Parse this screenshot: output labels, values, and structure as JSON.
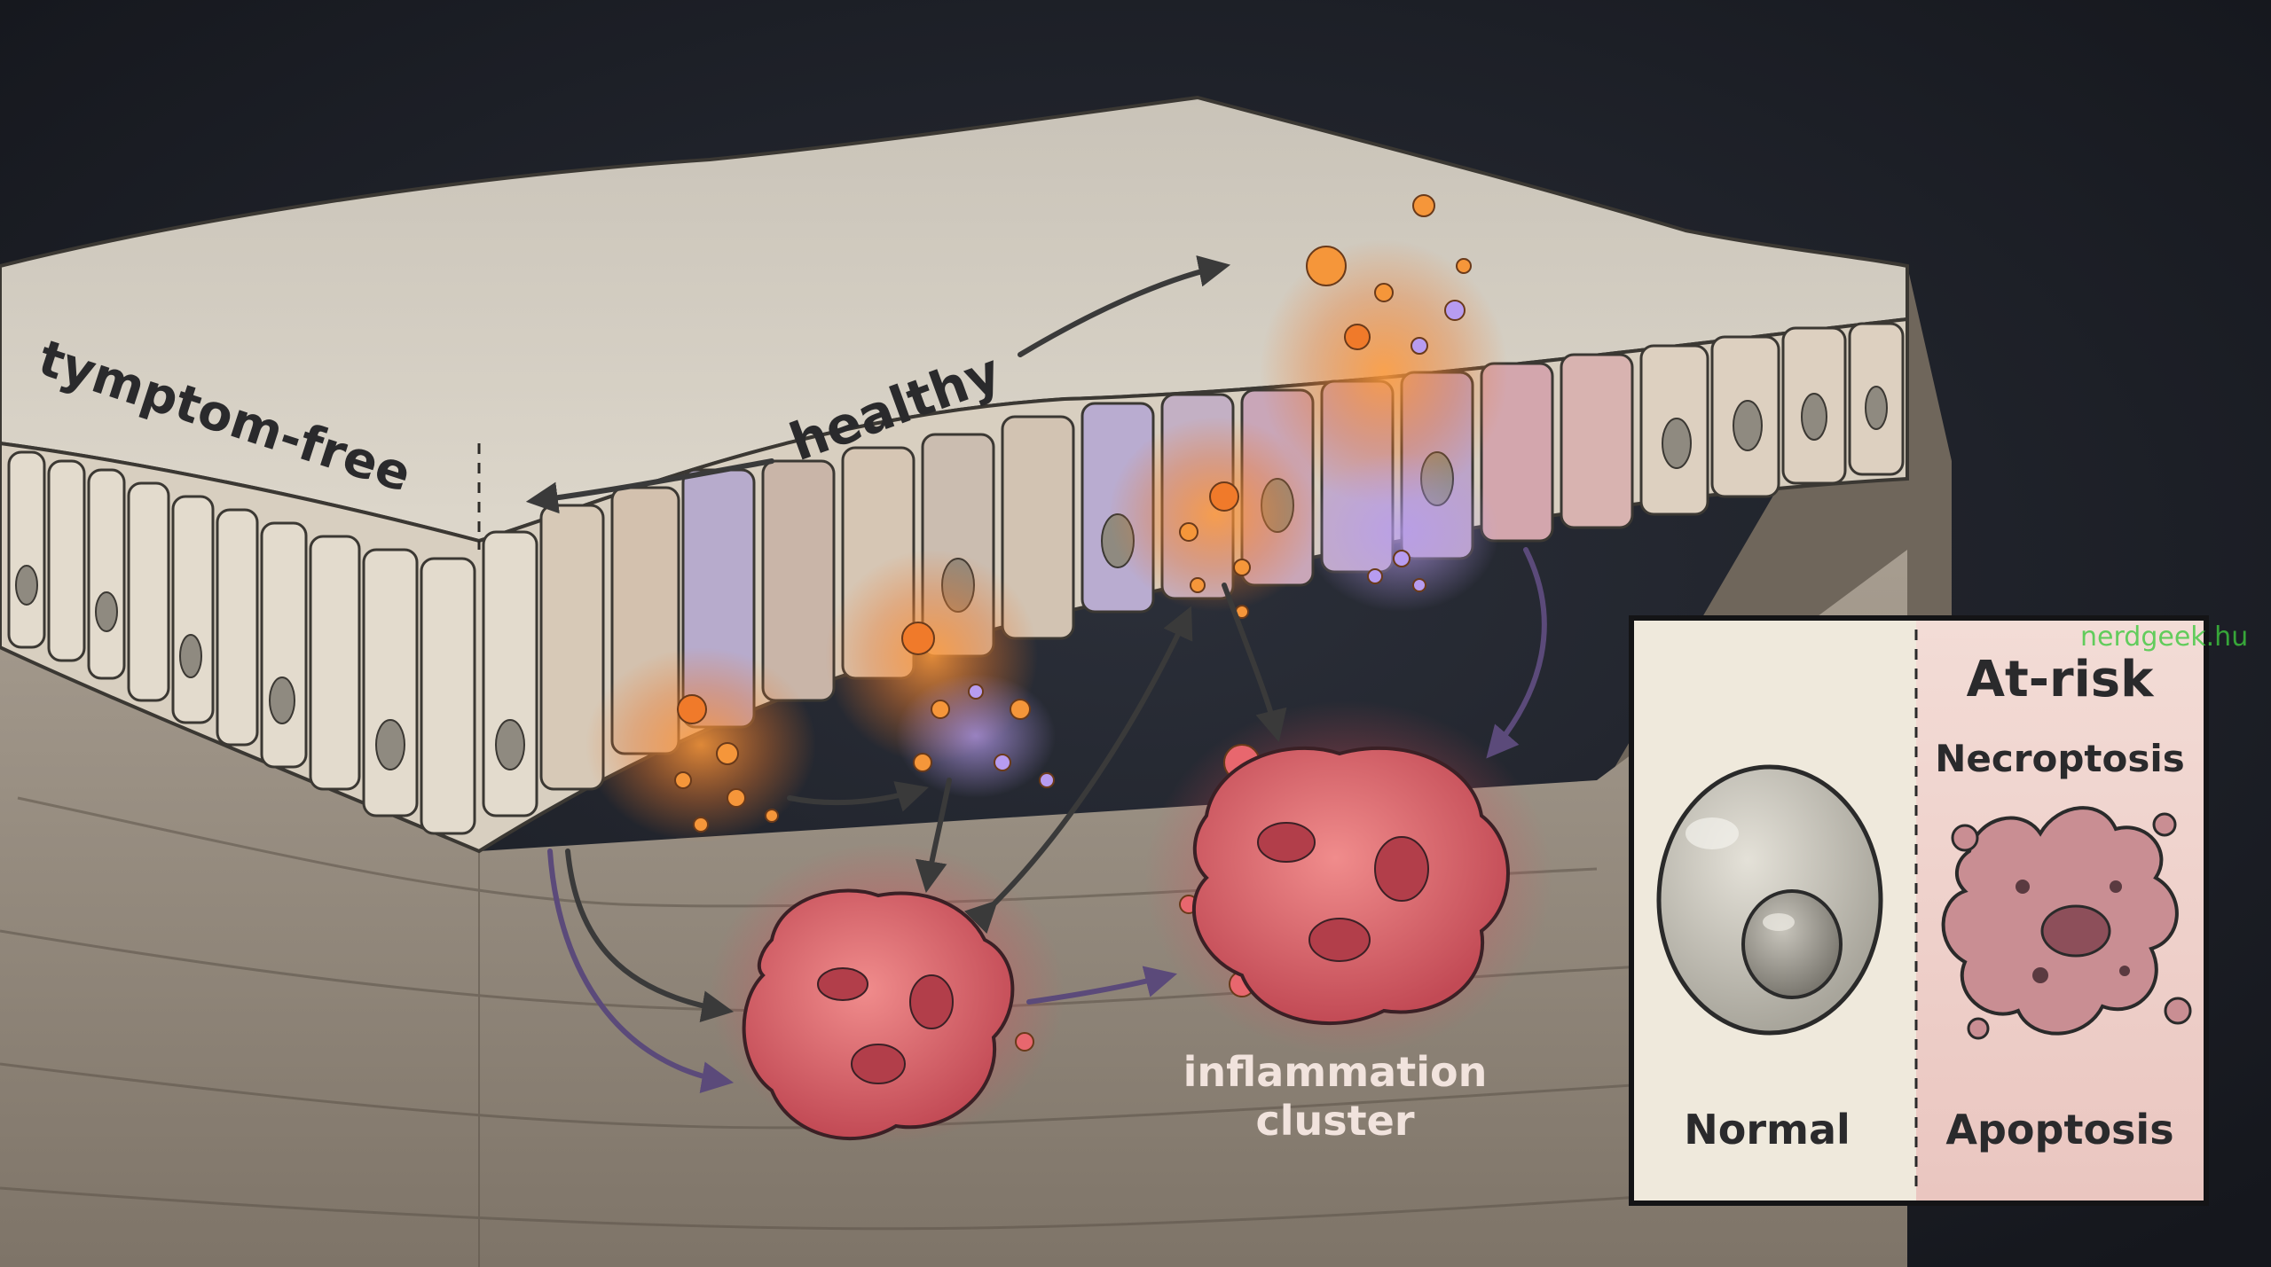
{
  "labels": {
    "symptom_free": "tymptom-free",
    "healthy": "healthy",
    "inflammation_line1": "inflammation",
    "inflammation_line2": "cluster"
  },
  "inset": {
    "normal_label": "Normal",
    "at_risk_title": "At-risk",
    "necroptosis_label": "Necroptosis",
    "apoptosis_label": "Apoptosis"
  },
  "watermark": "nerdgeek.hu",
  "colors": {
    "background": "#1c1f27",
    "tissue_top": "#d4cfc4",
    "tissue_side": "#8f8578",
    "inflammation_orange": "#f08a2c",
    "inflammation_purple": "#a98ad8",
    "cluster_red": "#d9545e",
    "arrow_dark": "#3a3a3a",
    "watermark": "#3ec93e"
  }
}
